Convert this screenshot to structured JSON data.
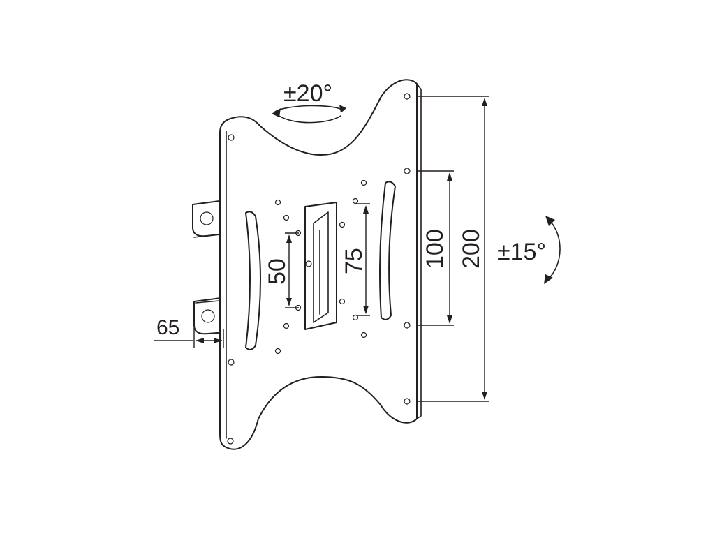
{
  "diagram": {
    "colors": {
      "ink": "#231f20",
      "background": "#ffffff"
    },
    "labels": {
      "swivel": "±20°",
      "tilt": "±15°",
      "depth": "65",
      "vesa_50": "50",
      "vesa_75": "75",
      "vesa_100": "100",
      "vesa_200": "200"
    }
  }
}
